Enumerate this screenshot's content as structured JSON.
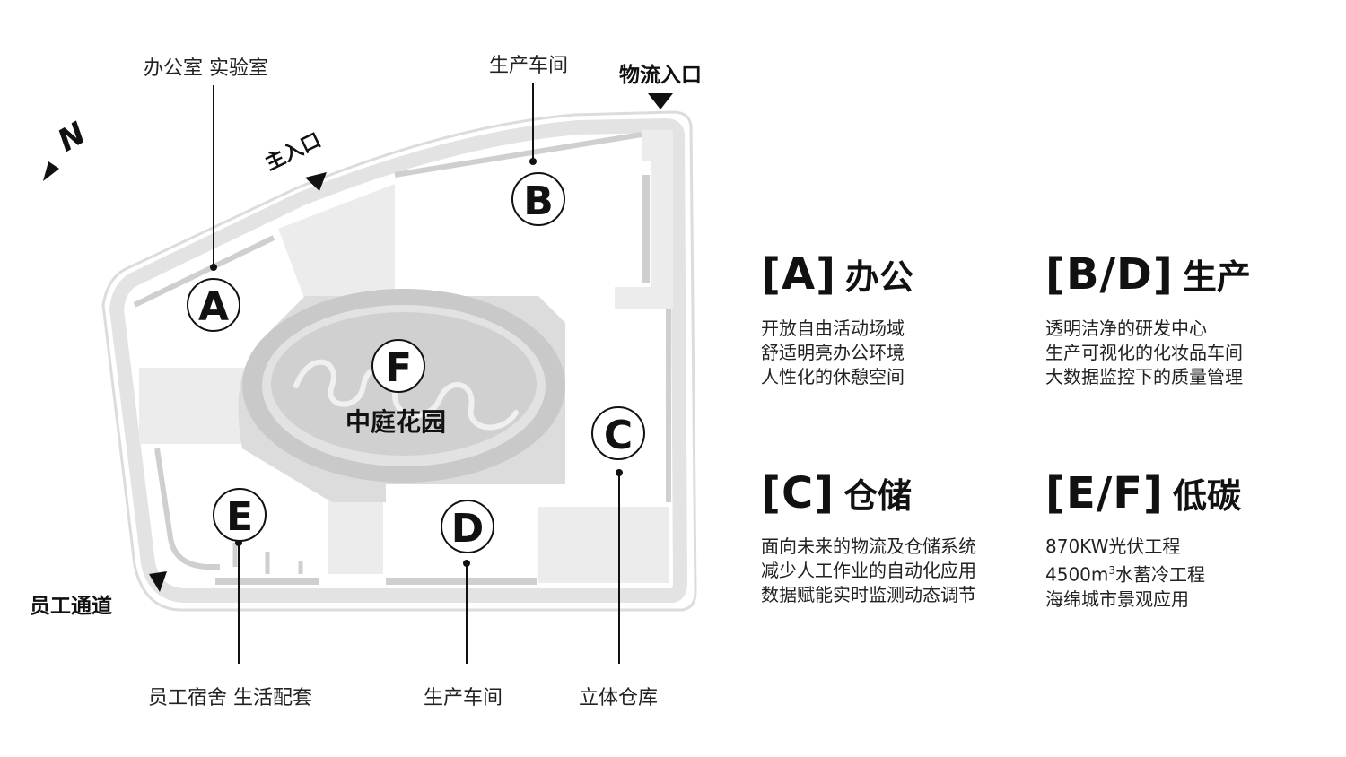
{
  "callouts": {
    "top_left": "办公室 实验室",
    "top_mid": "生产车间",
    "bottom_left": "员工宿舍 生活配套",
    "bottom_mid": "生产车间",
    "bottom_right": "立体仓库"
  },
  "entrances": {
    "logistics": "物流入口",
    "main": "主入口",
    "staff": "员工通道"
  },
  "compass": {
    "label": "N"
  },
  "markers": {
    "A": "A",
    "B": "B",
    "C": "C",
    "D": "D",
    "E": "E",
    "F": "F"
  },
  "garden_label": "中庭花园",
  "zones": [
    {
      "code": "[A]",
      "name": "办公",
      "lines": [
        "开放自由活动场域",
        "舒适明亮办公环境",
        "人性化的休憩空间"
      ]
    },
    {
      "code": "[B/D]",
      "name": "生产",
      "lines": [
        "透明洁净的研发中心",
        "生产可视化的化妆品车间",
        "大数据监控下的质量管理"
      ]
    },
    {
      "code": "[C]",
      "name": "仓储",
      "lines": [
        "面向未来的物流及仓储系统",
        "减少人工作业的自动化应用",
        "数据赋能实时监测动态调节"
      ]
    },
    {
      "code": "[E/F]",
      "name": "低碳",
      "lines": [
        "870KW光伏工程",
        "4500m",
        "海绵城市景观应用"
      ]
    }
  ],
  "superscript": "3",
  "line_suffix": "水蓄冷工程",
  "colors": {
    "road": "#e3e3e3",
    "open_space": "#ececec",
    "garden_ring": "#c9c9c9",
    "garden_center": "#d6d6d6",
    "ink": "#111111"
  }
}
